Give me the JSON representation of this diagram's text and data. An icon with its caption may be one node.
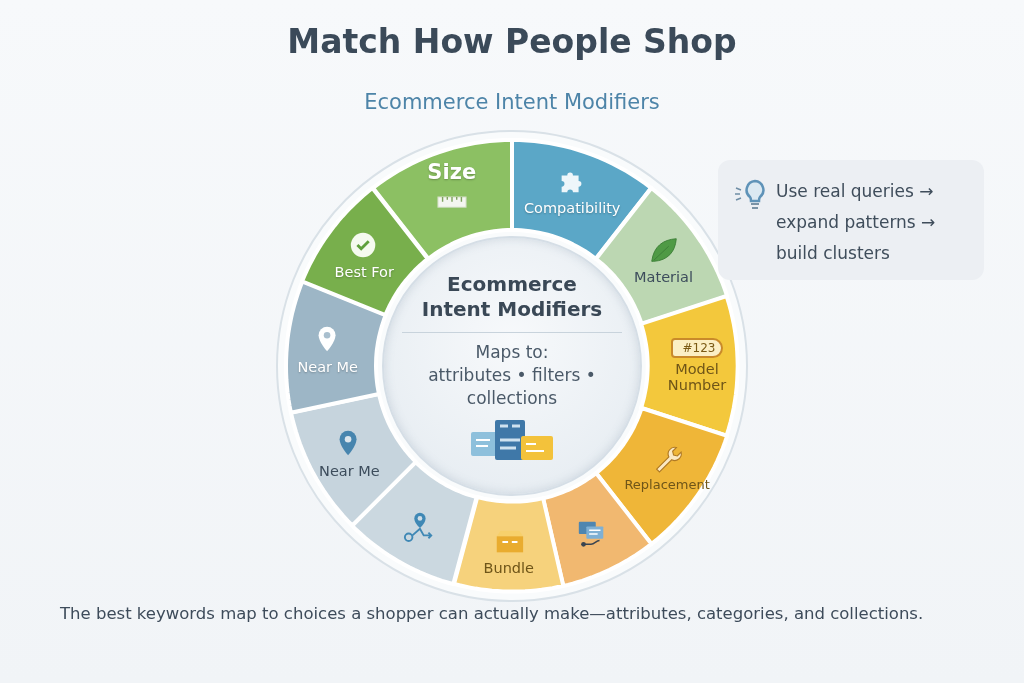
{
  "diagram": {
    "title": "Match How People Shop",
    "caption": "The best keywords map to choices a shopper can actually make—attributes, categories, and collections.",
    "nodes": [
      {
        "text": [
          "Size"
        ]
      },
      {
        "text": [
          "Compatibility"
        ]
      },
      {
        "text": [
          "Material"
        ]
      },
      {
        "text": [
          "#123",
          "Model Number"
        ]
      },
      {
        "text": [
          "Replacement"
        ]
      },
      {
        "text": [],
        "shape": "wedge"
      },
      {
        "text": [
          "Bundle"
        ]
      },
      {
        "text": [],
        "shape": "wedge"
      },
      {
        "text": [
          "Near Me"
        ]
      },
      {
        "text": [
          "Near Me"
        ]
      },
      {
        "text": [
          "Best For"
        ]
      },
      {
        "text": [
          "Ecommerce Intent Modifiers",
          "Maps to:",
          "attributes • filters • collections"
        ]
      },
      {
        "text": [
          "Use real queries → expand patterns → build clusters"
        ]
      }
    ],
    "edges": [],
    "labels": [
      "Ecommerce Intent Modifiers"
    ]
  }
}
